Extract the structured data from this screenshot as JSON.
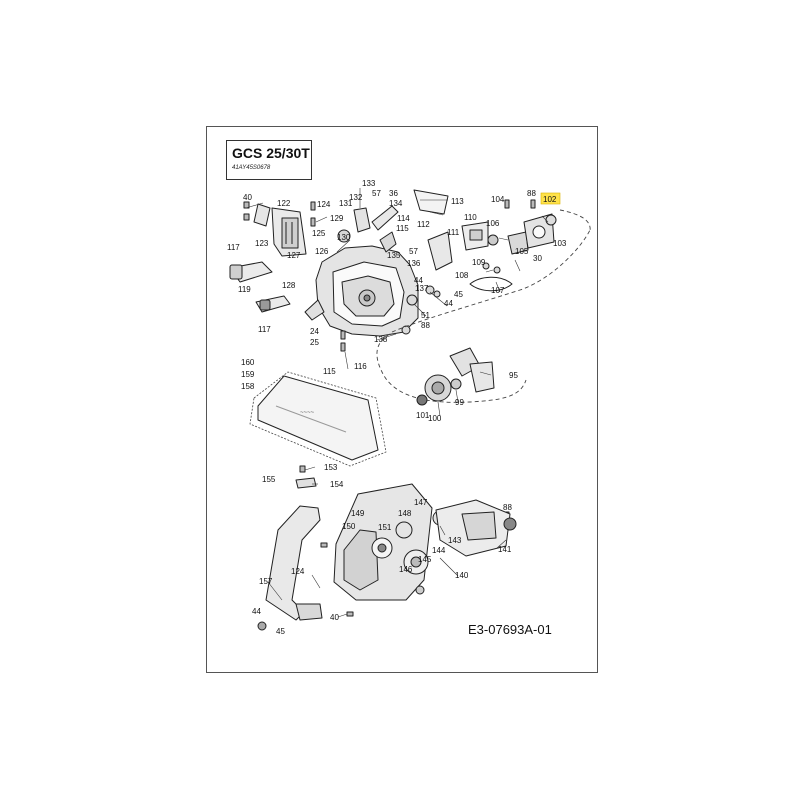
{
  "header": {
    "model": "GCS 25/30T",
    "code": "41AY45S0678"
  },
  "footer": {
    "drawing_id": "E3-07693A-01"
  },
  "highlight": {
    "part": "102",
    "color": "#ffe24a"
  },
  "parts": [
    "133",
    "36",
    "88",
    "132",
    "57",
    "134",
    "104",
    "102",
    "40",
    "122",
    "124",
    "131",
    "113",
    "129",
    "114",
    "110",
    "106",
    "125",
    "115",
    "112",
    "111",
    "103",
    "123",
    "130",
    "127",
    "126",
    "57",
    "135",
    "109",
    "105",
    "30",
    "117",
    "136",
    "108",
    "107",
    "119",
    "44",
    "128",
    "137",
    "45",
    "44",
    "117",
    "51",
    "88",
    "24",
    "25",
    "138",
    "160",
    "159",
    "158",
    "115",
    "116",
    "95",
    "101",
    "99",
    "100",
    "153",
    "155",
    "154",
    "147",
    "88",
    "149",
    "148",
    "150",
    "151",
    "143",
    "141",
    "144",
    "145",
    "146",
    "157",
    "124",
    "140",
    "44",
    "40",
    "45"
  ]
}
